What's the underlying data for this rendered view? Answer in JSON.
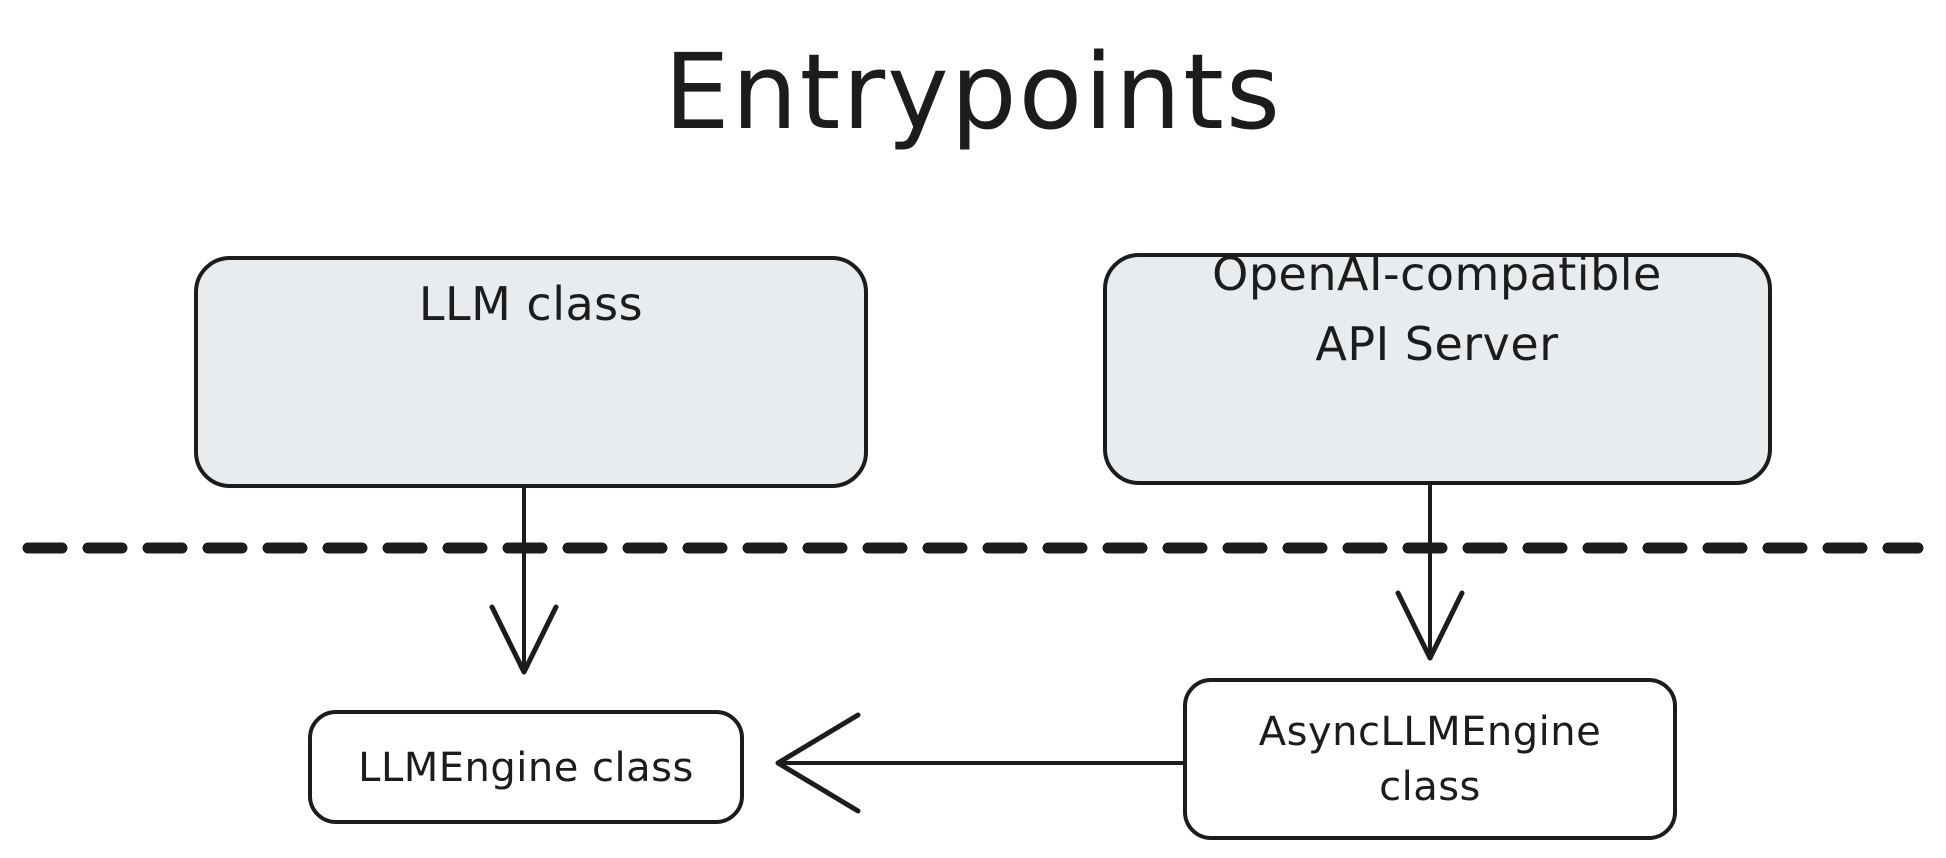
{
  "diagram": {
    "title": "Entrypoints",
    "background_color": "#ffffff",
    "stroke_color": "#1c1c1c",
    "filled_node_color": "#e8ecef",
    "plain_node_color": "#ffffff",
    "type": "flowchart",
    "nodes": [
      {
        "id": "llm-class",
        "label": "LLM class",
        "style": "filled",
        "lines": [
          "LLM class"
        ]
      },
      {
        "id": "openai-api-server",
        "label": "OpenAI-compatible API Server",
        "style": "filled",
        "lines": [
          "OpenAI-compatible",
          "API Server"
        ]
      },
      {
        "id": "llmengine-class",
        "label": "LLMEngine class",
        "style": "plain",
        "lines": [
          "LLMEngine class"
        ]
      },
      {
        "id": "asyncllmengine-class",
        "label": "AsyncLLMEngine class",
        "style": "plain",
        "lines": [
          "AsyncLLMEngine",
          "class"
        ]
      }
    ],
    "edges": [
      {
        "id": "edge-llm-to-llmengine",
        "from": "llm-class",
        "to": "llmengine-class",
        "direction": "down",
        "arrowhead": "open"
      },
      {
        "id": "edge-apiserver-to-asyncllmengine",
        "from": "openai-api-server",
        "to": "asyncllmengine-class",
        "direction": "down",
        "arrowhead": "open"
      },
      {
        "id": "edge-asyncllmengine-to-llmengine",
        "from": "asyncllmengine-class",
        "to": "llmengine-class",
        "direction": "left",
        "arrowhead": "open"
      }
    ],
    "divider": {
      "id": "entrypoint-boundary",
      "style": "dashed",
      "orientation": "horizontal"
    }
  }
}
